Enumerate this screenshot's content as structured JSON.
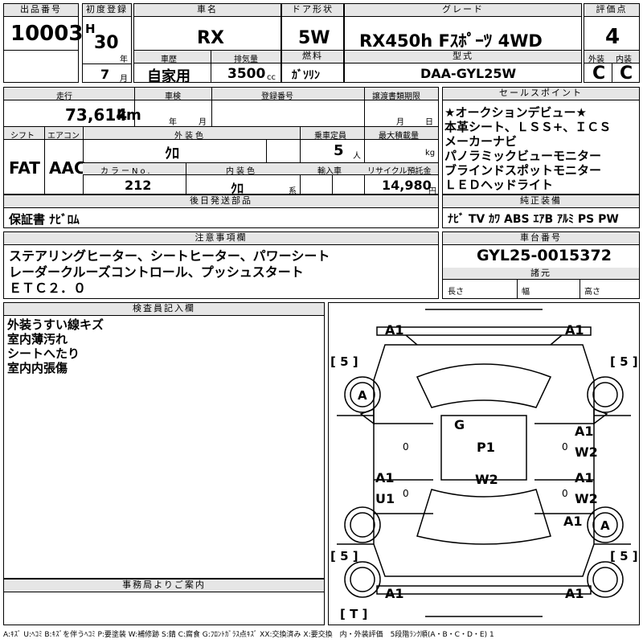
{
  "header": {
    "lot_no_label": "出品番号",
    "lot_no": "10003",
    "first_reg_label": "初度登録",
    "era": "H",
    "year": "30",
    "year_unit": "年",
    "month": "7",
    "month_unit": "月",
    "car_name_label": "車名",
    "car_name": "RX",
    "door_label": "ドア形状",
    "door": "5W",
    "grade_label": "グレード",
    "grade": "RX450h Fｽﾎﾟｰﾂ 4WD",
    "score_label": "評価点",
    "score": "4",
    "history_label": "車歴",
    "history": "自家用",
    "displacement_label": "排気量",
    "displacement": "3500",
    "displacement_unit": "cc",
    "fuel_label": "燃料",
    "fuel": "ｶﾞｿﾘﾝ",
    "model_label": "型式",
    "model": "DAA-GYL25W",
    "ext_score_label": "外装",
    "ext_score": "C",
    "int_score_label": "内装",
    "int_score": "C"
  },
  "row2": {
    "mileage_label": "走行",
    "mileage": "73,614",
    "mileage_unit": "km",
    "inspection_label": "車検",
    "insp_year_unit": "年",
    "insp_month_unit": "月",
    "reg_no_label": "登録番号",
    "transfer_label": "譲渡書類期限",
    "transfer_month_unit": "月",
    "transfer_day_unit": "日",
    "shift_label": "シフト",
    "shift": "FAT",
    "ac_label": "エアコン",
    "ac": "AAC",
    "ext_color_label": "外装色",
    "ext_color": "ｸﾛ",
    "capacity_label": "乗車定員",
    "capacity": "5",
    "capacity_unit": "人",
    "load_label": "最大積載量",
    "load_unit": "kg",
    "color_no_label": "カラーNo.",
    "color_no": "212",
    "int_color_label": "内装色",
    "int_color": "ｸﾛ",
    "int_color_unit": "系",
    "import_label": "輸入車",
    "recycle_label": "リサイクル預託金",
    "recycle": "14,980",
    "recycle_unit": "円"
  },
  "sales_points": {
    "label": "セールスポイント",
    "items": [
      "★オークションデビュー★",
      "本革シート、ＬＳＳ+、ＩＣＳ",
      "メーカーナビ",
      "パノラミックビューモニター",
      "ブラインドスポットモニター",
      "ＬＥＤヘッドライト"
    ]
  },
  "later_parts": {
    "label": "後日発送部品",
    "value": "保証書 ﾅﾋﾞﾛﾑ"
  },
  "equipment": {
    "label": "純正装備",
    "value": "ﾅﾋﾞ TV ｶﾜ ABS ｴｱB ｱﾙﾐ PS PW"
  },
  "notes": {
    "label": "注意事項欄",
    "lines": [
      "ステアリングヒーター、シートヒーター、パワーシート",
      "レーダークルーズコントロール、プッシュスタート",
      "ＥＴＣ２．０"
    ]
  },
  "chassis": {
    "label": "車台番号",
    "value": "GYL25-0015372"
  },
  "specs": {
    "label": "諸元",
    "length_label": "長さ",
    "width_label": "幅",
    "height_label": "高さ"
  },
  "inspector": {
    "label": "検査員記入欄",
    "lines": [
      "外装うすい線キズ",
      "室内薄汚れ",
      "シートへたり",
      "室内内張傷"
    ]
  },
  "office": {
    "label": "事務局よりご案内"
  },
  "diagram": {
    "marks": {
      "front_left": "A1",
      "front_right": "A1",
      "bracket_tl": "[ 5 ]",
      "bracket_tr": "[ 5 ]",
      "bracket_bl": "[ 5 ]",
      "bracket_br": "[ 5 ]",
      "wheel_fl": "A",
      "wheel_rr": "A",
      "glass": "G",
      "roof_1": "P1",
      "roof_2": "W2",
      "door_fr_1": "A1",
      "door_fr_2": "W2",
      "door_rr_1": "A1",
      "door_rr_2": "W2",
      "door_rl_1": "A1",
      "door_rl_2": "U1",
      "quarter_r": "A1",
      "rear_left": "A1",
      "rear_right": "A1",
      "trunk": "[ T ]",
      "zero_l": "0",
      "zero_r": "0",
      "zero_rl": "0",
      "zero_rr": "0"
    }
  },
  "legend": "A:ｷｽﾞ U:ﾍｺﾐ B:ｷｽﾞを伴うﾍｺﾐ P:要塗装 W:補修跡 S:錆 C:腐食 G:ﾌﾛﾝﾄｶﾞﾗｽ点ｷｽﾞ XX:交換済み X:要交換　内・外装評価　5段階ﾗﾝｸ順(A・B・C・D・E) 1"
}
